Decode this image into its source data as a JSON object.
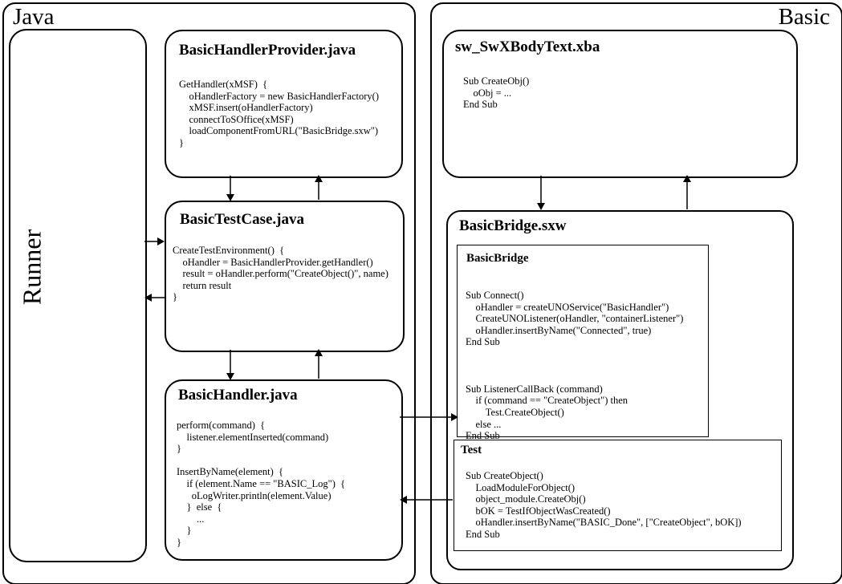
{
  "diagram": {
    "java_group": {
      "label": "Java",
      "runner": {
        "label": "Runner"
      },
      "handler_provider": {
        "title": "BasicHandlerProvider.java",
        "code": "GetHandler(xMSF)  {\n    oHandlerFactory = new BasicHandlerFactory()\n    xMSF.insert(oHandlerFactory)\n    connectToSOffice(xMSF)\n    loadComponentFromURL(\"BasicBridge.sxw\")\n}"
      },
      "test_case": {
        "title": "BasicTestCase.java",
        "code": "CreateTestEnvironment()  {\n    oHandler = BasicHandlerProvider.getHandler()\n    result = oHandler.perform(\"CreateObject()\", name)\n    return result\n}"
      },
      "handler": {
        "title": "BasicHandler.java",
        "code": "perform(command)  {\n    listener.elementInserted(command)\n}\n\nInsertByName(element)  {\n    if (element.Name == \"BASIC_Log\")  {\n      oLogWriter.println(element.Value)\n    }  else  {\n        ...\n    }\n}"
      }
    },
    "basic_group": {
      "label": "Basic",
      "body_text": {
        "title": "sw_SwXBodyText.xba",
        "code": "Sub CreateObj()\n    oObj = ...\nEnd Sub"
      },
      "bridge_doc": {
        "title": "BasicBridge.sxw",
        "bridge_module": {
          "title": "BasicBridge",
          "code": "Sub Connect()\n    oHandler = createUNOService(\"BasicHandler\")\n    CreateUNOListener(oHandler, \"containerListener\")\n    oHandler.insertByName(\"Connected\", true)\nEnd Sub\n\n\n\nSub ListenerCallBack (command)\n    if (command == \"CreateObject\") then\n        Test.CreateObject()\n    else ...\nEnd Sub"
        },
        "test_module": {
          "title": "Test",
          "code": "Sub CreateObject()\n    LoadModuleForObject()\n    object_module.CreateObj()\n    bOK = TestIfObjectWasCreated()\n    oHandler.insertByName(\"BASIC_Done\", [\"CreateObject\", bOK])\nEnd Sub"
        }
      }
    },
    "connections": [
      {
        "from": "Runner",
        "to": "BasicTestCase.java",
        "direction": "right"
      },
      {
        "from": "BasicTestCase.java",
        "to": "Runner",
        "direction": "left"
      },
      {
        "from": "BasicHandlerProvider.java",
        "to": "BasicTestCase.java",
        "direction": "down"
      },
      {
        "from": "BasicTestCase.java",
        "to": "BasicHandlerProvider.java",
        "direction": "up"
      },
      {
        "from": "BasicTestCase.java",
        "to": "BasicHandler.java",
        "direction": "down"
      },
      {
        "from": "BasicHandler.java",
        "to": "BasicTestCase.java",
        "direction": "up"
      },
      {
        "from": "BasicHandler.java",
        "to": "BasicBridge",
        "direction": "right"
      },
      {
        "from": "Test",
        "to": "BasicHandler.java",
        "direction": "left"
      },
      {
        "from": "sw_SwXBodyText.xba",
        "to": "BasicBridge.sxw",
        "direction": "down"
      },
      {
        "from": "BasicBridge.sxw",
        "to": "sw_SwXBodyText.xba",
        "direction": "up"
      }
    ]
  }
}
